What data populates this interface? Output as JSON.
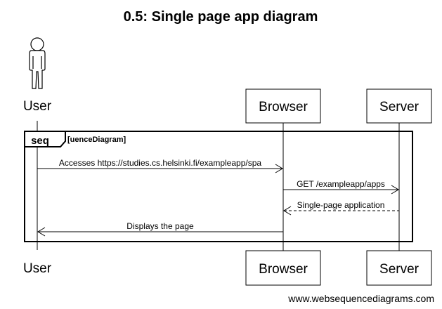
{
  "title": "0.5: Single page app diagram",
  "actors": {
    "user": "User",
    "browser": "Browser",
    "server": "Server"
  },
  "fragment": {
    "keyword": "seq",
    "label": "[uenceDiagram]"
  },
  "messages": [
    {
      "from": "user",
      "to": "browser",
      "text": "Accesses https://studies.cs.helsinki.fi/exampleapp/spa",
      "style": "solid"
    },
    {
      "from": "browser",
      "to": "server",
      "text": "GET /exampleapp/apps",
      "style": "solid"
    },
    {
      "from": "server",
      "to": "browser",
      "text": "Single-page application",
      "style": "dashed"
    },
    {
      "from": "browser",
      "to": "user",
      "text": "Displays the page",
      "style": "solid"
    }
  ],
  "watermark": "www.websequencediagrams.com"
}
